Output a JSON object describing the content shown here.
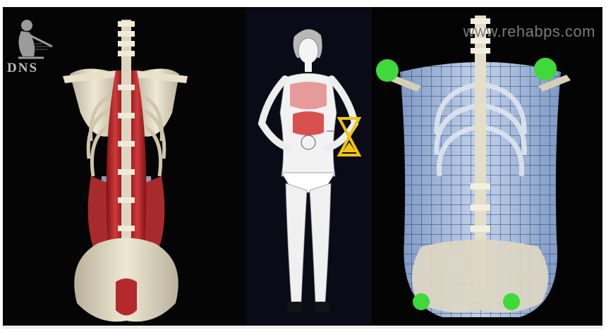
{
  "logo": {
    "text": "DNS",
    "small_text": "DYNAMIC NEUROMUSCULAR STABILIZATION"
  },
  "watermark": {
    "text": "www.rehabps.com"
  },
  "panels": [
    {
      "name": "back-muscles",
      "subject": "posterior torso with erector spinae and quadratus lumborum in red"
    },
    {
      "name": "breathing-figure",
      "subject": "standing woman with diaphragm and lungs highlighted, hourglass symbol"
    },
    {
      "name": "pressure-cylinder",
      "subject": "skeleton enclosed by blue gridded pressure canister with green marker points"
    }
  ],
  "colors": {
    "bone": "#ddd6c0",
    "muscle": "#b8242a",
    "fascia": "#9fb7d8",
    "grid": "#2a3f62",
    "marker": "#3fd93a",
    "hourglass": "#f2c40d",
    "background": "#000000"
  }
}
